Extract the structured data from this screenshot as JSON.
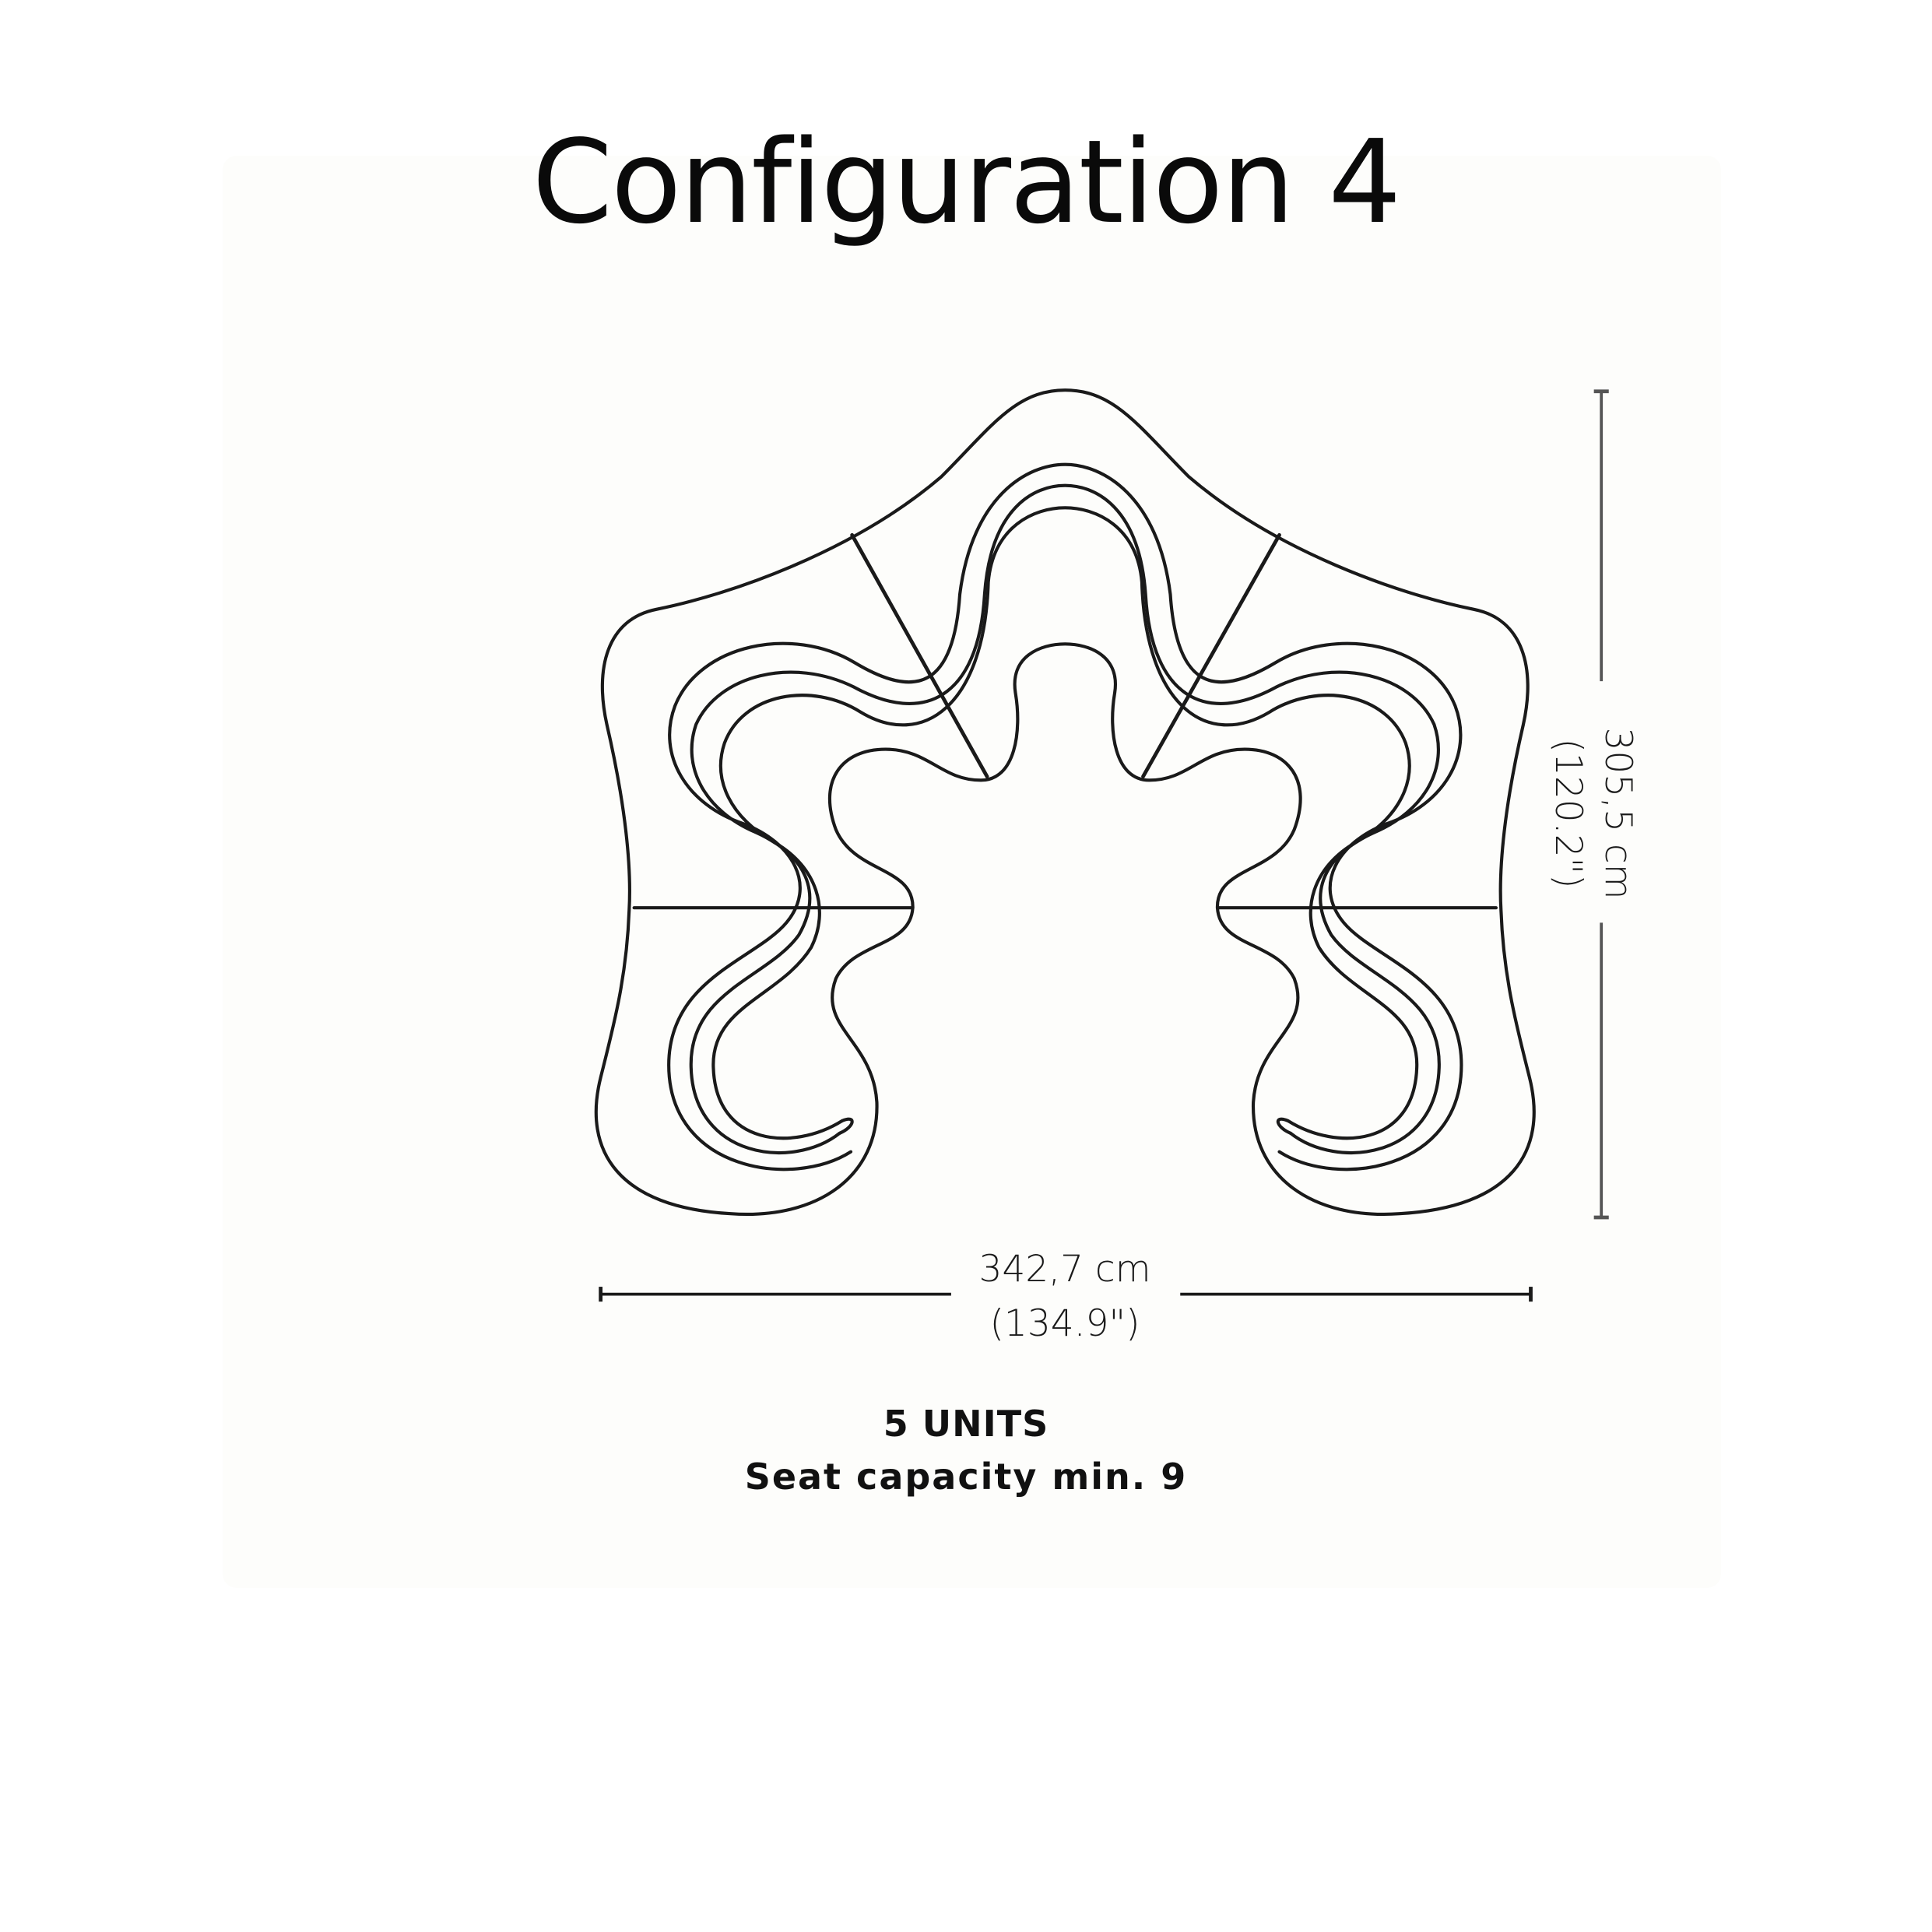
{
  "title": "Configuration 4",
  "dimensions": {
    "width_cm": "342,7 cm",
    "width_in": "(134.9\")",
    "height_cm": "305,5 cm",
    "height_in": "(120.2\")"
  },
  "info": {
    "units": "5 UNITS",
    "seat_capacity": "Seat capacity min. 9"
  },
  "colors": {
    "background": "#ffffff",
    "panel": "#fdfdfb",
    "line": "#1a1a1a",
    "dimension_line": "#555555"
  },
  "diagram": {
    "type": "modular sofa floor plan (top view)",
    "modules": 5,
    "arrangement": "symmetric arch of 5 curved seating units"
  }
}
